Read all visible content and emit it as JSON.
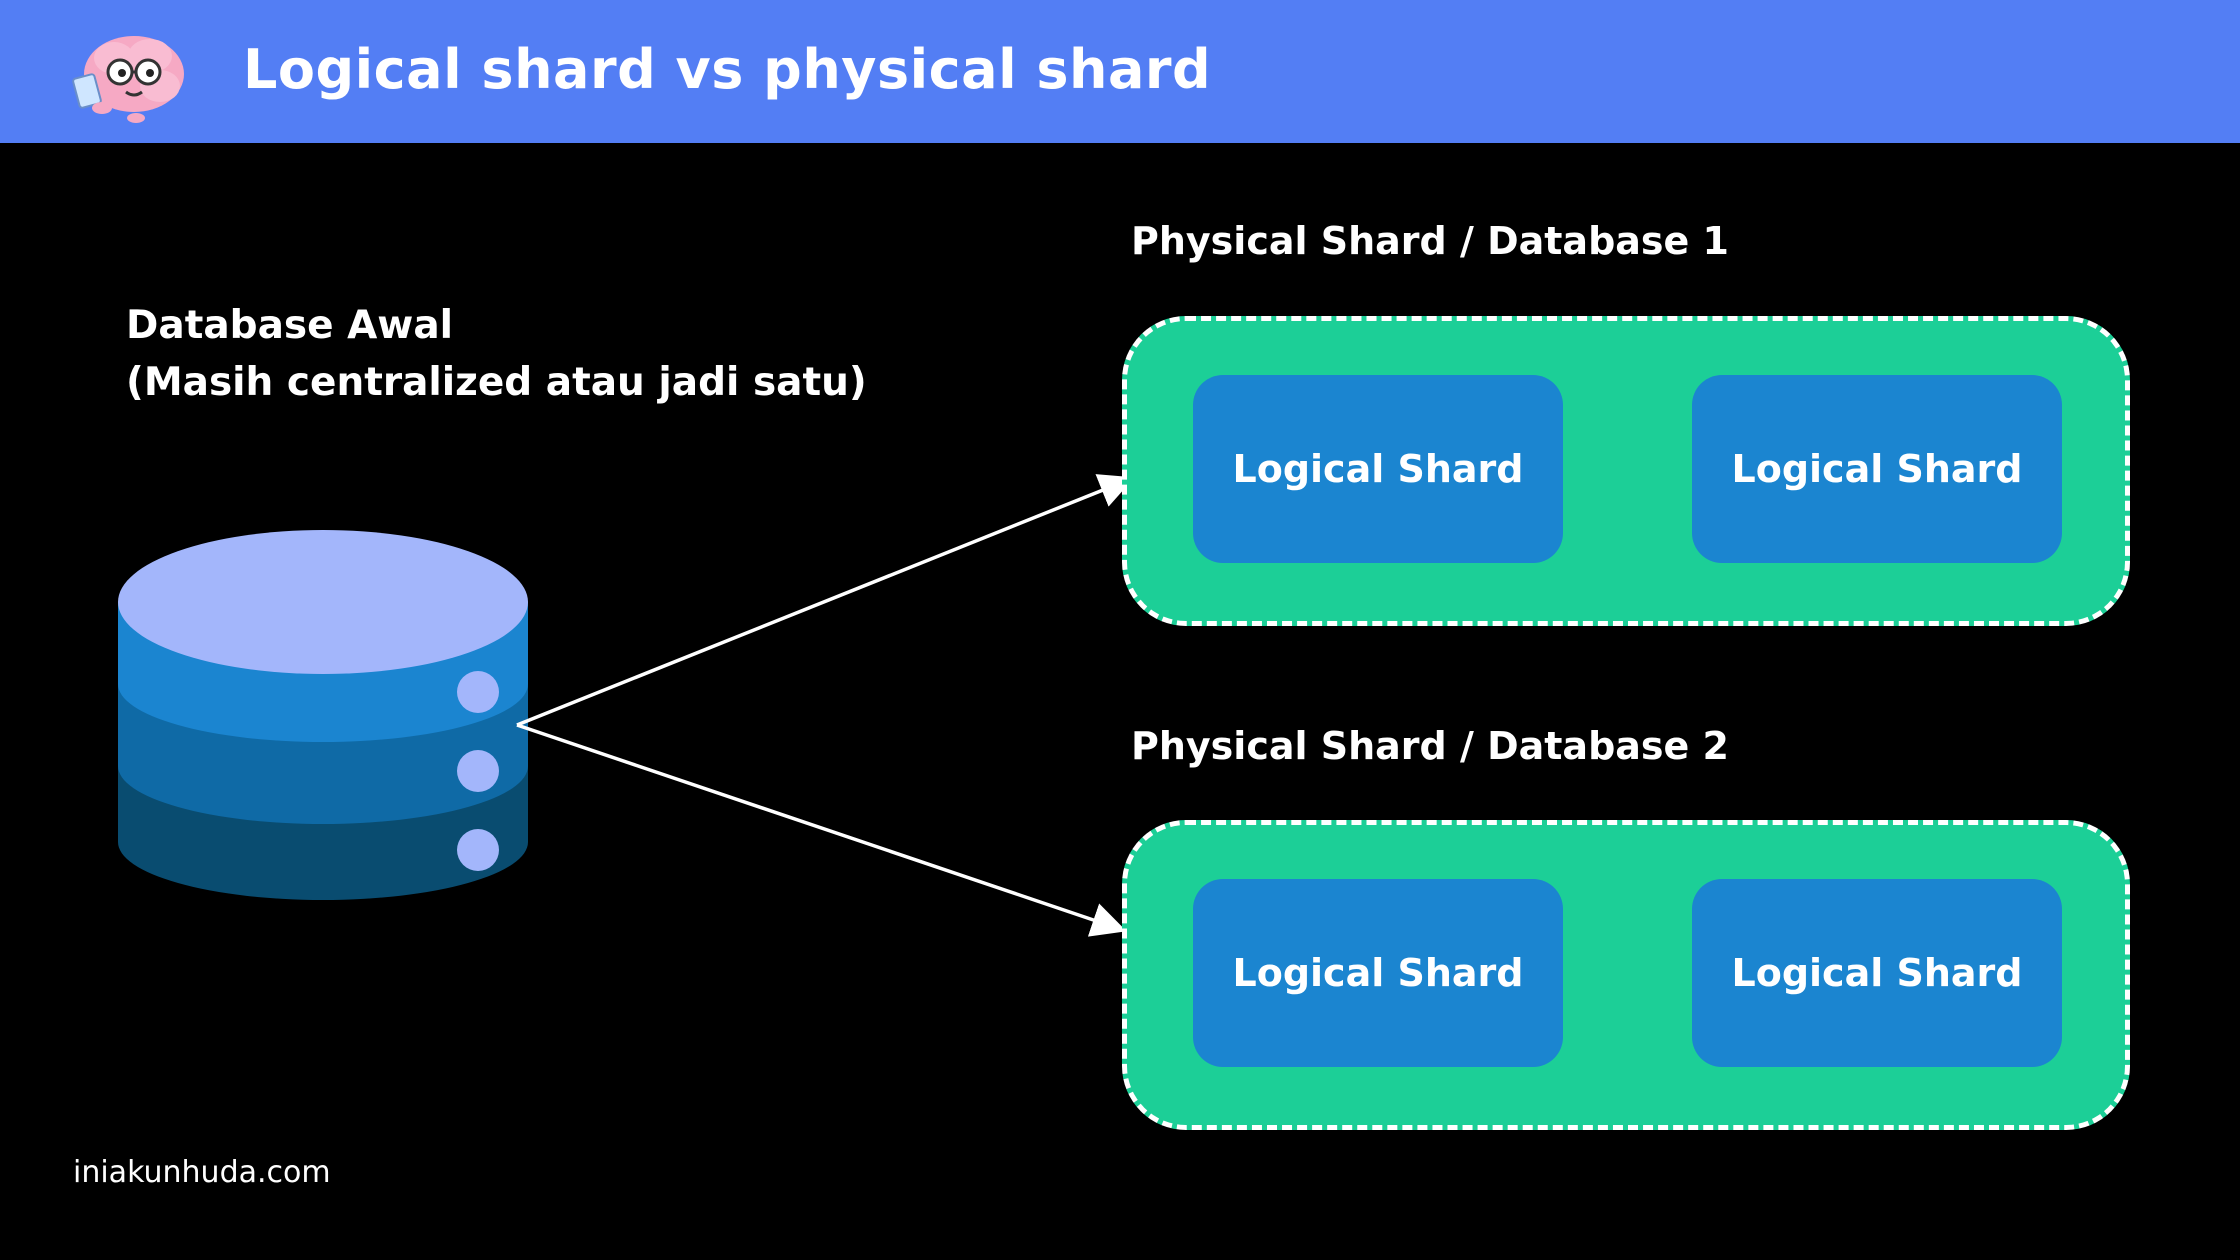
{
  "header": {
    "title": "Logical shard vs physical shard",
    "accent_color": "#537ef4",
    "logo_icon": "brain-mascot-icon"
  },
  "source_db": {
    "label_line1": "Database Awal",
    "label_line2": "(Masih centralized atau jadi satu)",
    "icon": "database-icon"
  },
  "physical_shards": [
    {
      "title": "Physical Shard / Database 1",
      "logical_shards": [
        "Logical Shard",
        "Logical Shard"
      ]
    },
    {
      "title": "Physical Shard / Database 2",
      "logical_shards": [
        "Logical Shard",
        "Logical Shard"
      ]
    }
  ],
  "colors": {
    "background": "#000000",
    "physical_box": "#1ccf97",
    "logical_box": "#1b85d0",
    "db_top": "#a3b6fb",
    "db_layer1": "#1b85d0",
    "db_layer2": "#0f6aa6",
    "db_layer3": "#094c70"
  },
  "footer": {
    "credit": "iniakunhuda.com"
  }
}
